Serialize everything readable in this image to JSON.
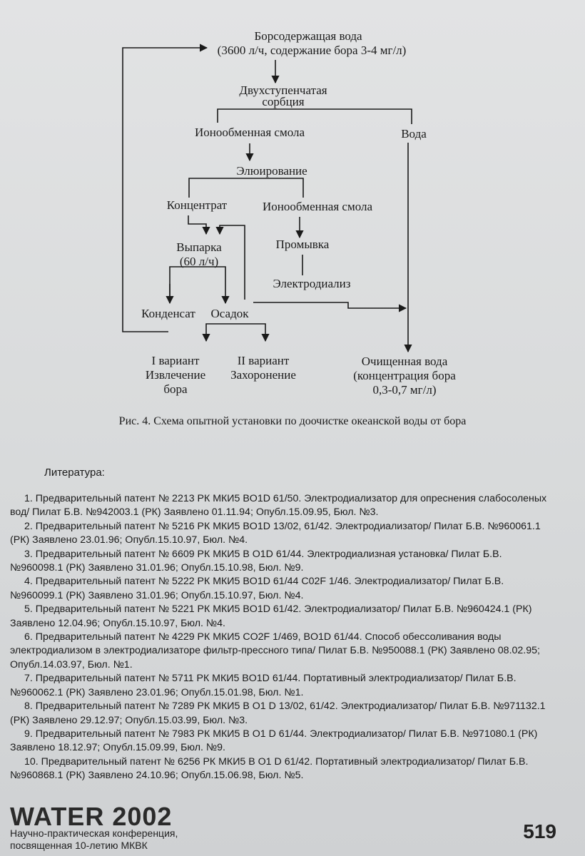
{
  "diagram": {
    "nodes": {
      "source_line1": "Борсодержащая вода",
      "source_line2": "(3600 л/ч, содержание бора 3-4 мг/л)",
      "sorption_line1": "Двухступенчатая",
      "sorption_line2": "сорбция",
      "resin1": "Ионообменная смола",
      "water": "Вода",
      "elution": "Элюирование",
      "concentrate": "Концентрат",
      "resin2": "Ионообменная смола",
      "evaporation_line1": "Выпарка",
      "evaporation_line2": "(60 л/ч)",
      "washing": "Промывка",
      "electrodialysis": "Электродиализ",
      "condensate": "Конденсат",
      "sediment": "Осадок",
      "variant1_line1": "I вариант",
      "variant1_line2": "Извлечение",
      "variant1_line3": "бора",
      "variant2_line1": "II вариант",
      "variant2_line2": "Захоронение",
      "purified_line1": "Очищенная вода",
      "purified_line2": "(концентрация бора",
      "purified_line3": "0,3-0,7 мг/л)"
    }
  },
  "caption": "Рис. 4.  Схема опытной установки по доочистке океанской воды от бора",
  "literature": {
    "title": "Литература:",
    "items": [
      "1.  Предварительный патент № 2213 РК МКИ5 BO1D 61/50. Электродиализатор для опреснения слабосоленых вод/ Пилат Б.В. №942003.1 (РК) Заявлено 01.11.94; Опубл.15.09.95, Бюл. №3.",
      "2.  Предварительный патент № 5216 РК МКИ5 BO1D 13/02, 61/42. Электродиализатор/ Пилат Б.В. №960061.1 (РК) Заявлено 23.01.96; Опубл.15.10.97, Бюл. №4.",
      "3.  Предварительный патент № 6609 РК МКИ5 B O1D 61/44. Электродиализная установка/ Пилат Б.В. №960098.1 (РК) Заявлено 31.01.96; Опубл.15.10.98, Бюл. №9.",
      "4.  Предварительный патент № 5222 РК МКИ5 BO1D 61/44 C02F 1/46. Электродиализатор/ Пилат Б.В. №960099.1 (РК) Заявлено 31.01.96; Опубл.15.10.97, Бюл. №4.",
      "5.  Предварительный патент № 5221 РК МКИ5 BO1D 61/42. Электродиализатор/ Пилат Б.В. №960424.1 (РК) Заявлено 12.04.96; Опубл.15.10.97, Бюл. №4.",
      "6.  Предварительный патент № 4229 РК МКИ5 CO2F 1/469, BO1D 61/44. Способ обессоливания воды электродиализом  в электродиализаторе фильтр-прессного типа/ Пилат Б.В. №950088.1 (РК) Заявлено 08.02.95; Опубл.14.03.97, Бюл. №1.",
      "7.  Предварительный патент № 5711 РК МКИ5 BO1D 61/44. Портативный электродиализатор/ Пилат Б.В. №960062.1 (РК) Заявлено 23.01.96; Опубл.15.01.98, Бюл. №1.",
      "8.  Предварительный патент № 7289 РК МКИ5 B O1 D 13/02, 61/42. Электродиализатор/ Пилат Б.В. №971132.1 (РК) Заявлено 29.12.97; Опубл.15.03.99, Бюл. №3.",
      "9.  Предварительный патент № 7983 РК МКИ5 B O1 D 61/44. Электродиализатор/ Пилат Б.В. №971080.1 (РК) Заявлено 18.12.97; Опубл.15.09.99, Бюл. №9.",
      "10. Предварительный патент № 6256 РК МКИ5 B O1 D 61/42. Портативный электродиализатор/ Пилат Б.В. №960868.1 (РК) Заявлено 24.10.96; Опубл.15.06.98, Бюл. №5."
    ]
  },
  "footer": {
    "logo": "WATER 2002",
    "line1": "Научно-практическая конференция,",
    "line2": "посвященная 10-летию МКВК",
    "page_number": "519"
  }
}
